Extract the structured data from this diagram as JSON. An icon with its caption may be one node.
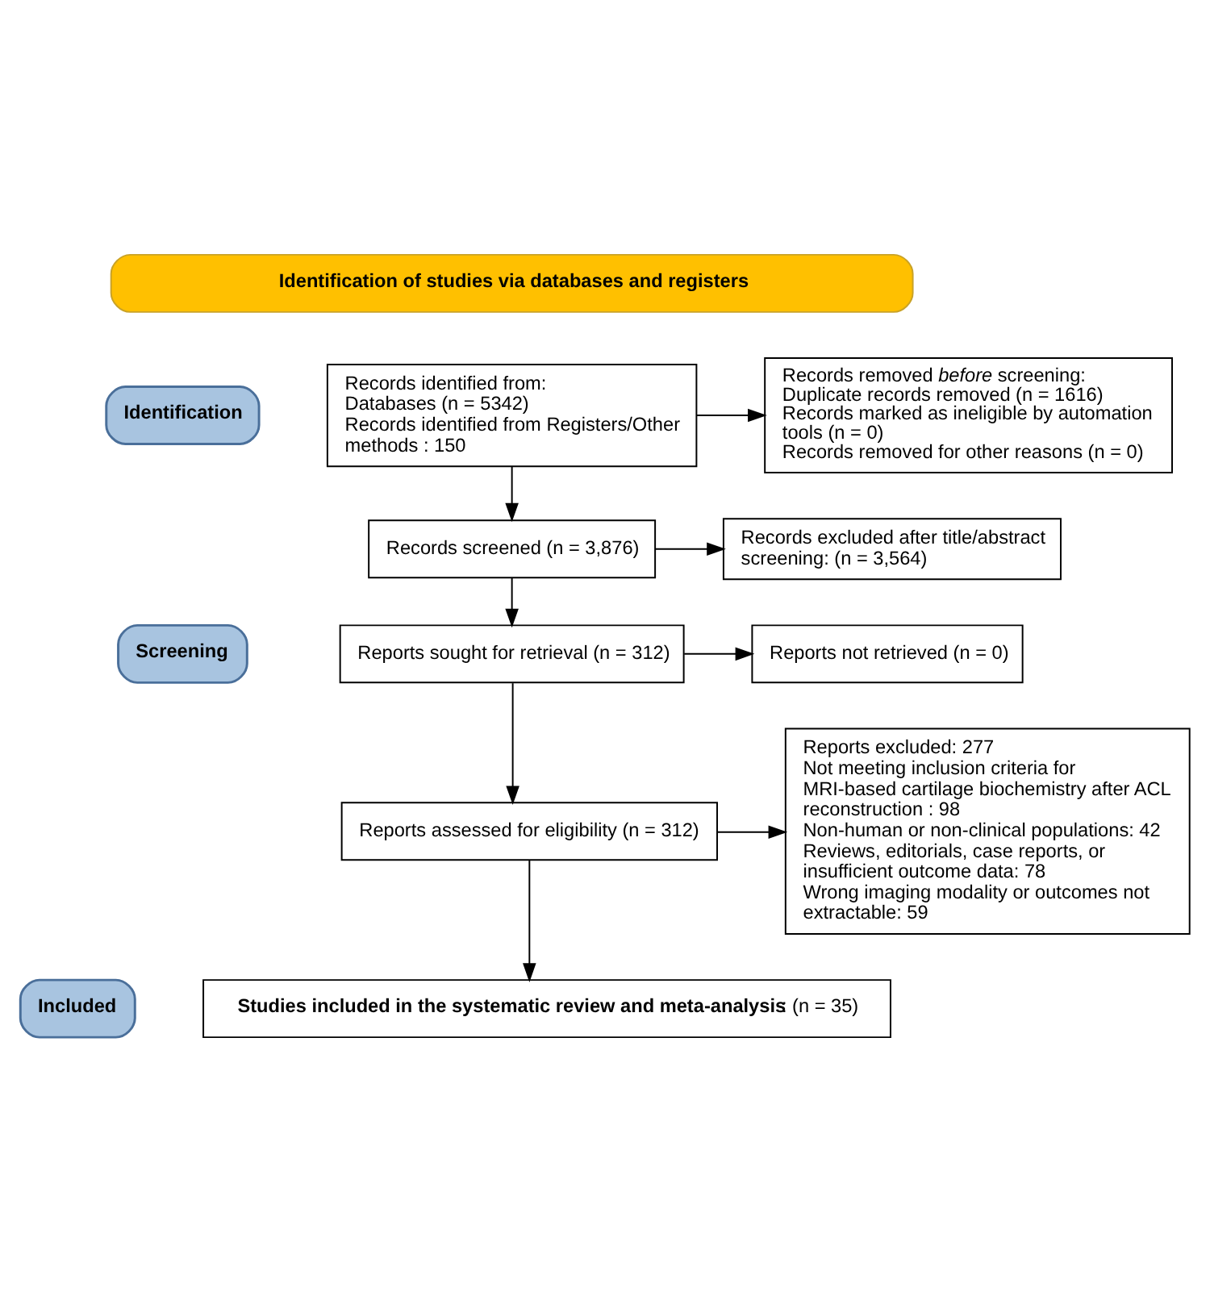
{
  "diagram": {
    "nodes": [
      {
        "text": [
          "Identification of studies via databases and registers"
        ]
      },
      {
        "text": [
          "Identification"
        ]
      },
      {
        "text": [
          "Screening"
        ]
      },
      {
        "text": [
          "Included"
        ]
      },
      {
        "text": [
          "Records identified from:",
          "Databases (n = 5342)",
          "Records identified from Registers/Other methods : 150"
        ]
      },
      {
        "text": [
          "Records removed *before* screening:",
          "Duplicate records removed (n = 1616)",
          "Records marked as ineligible by automation tools (n = 0)",
          "Records removed for other reasons (n = 0)"
        ]
      },
      {
        "text": [
          "Records screened (n = 3,876)"
        ]
      },
      {
        "text": [
          "Records excluded after title/abstract screening: (n = 3,564)"
        ]
      },
      {
        "text": [
          "Reports sought for retrieval (n = 312)"
        ]
      },
      {
        "text": [
          "Reports not retrieved (n = 0)"
        ]
      },
      {
        "text": [
          "Reports assessed for eligibility (n = 312)"
        ]
      },
      {
        "text": [
          "Reports excluded: 277",
          "Not meeting inclusion criteria for MRI-based cartilage biochemistry after ACL reconstruction : 98",
          "Non-human or non-clinical populations: 42",
          "Reviews, editorials, case reports, or insufficient outcome data: 78",
          "Wrong imaging modality or outcomes not extractable: 59"
        ]
      },
      {
        "text": [
          "**Studies included in the systematic review and meta-analysis**: (n = 35)"
        ]
      }
    ],
    "edges": [
      {
        "from": 4,
        "to": 5,
        "arrow": "to"
      },
      {
        "from": 4,
        "to": 6,
        "arrow": "to"
      },
      {
        "from": 6,
        "to": 7,
        "arrow": "to"
      },
      {
        "from": 6,
        "to": 8,
        "arrow": "to"
      },
      {
        "from": 8,
        "to": 9,
        "arrow": "to"
      },
      {
        "from": 8,
        "to": 10,
        "arrow": "to"
      },
      {
        "from": 10,
        "to": 11,
        "arrow": "to"
      },
      {
        "from": 10,
        "to": 12,
        "arrow": "to"
      }
    ]
  }
}
